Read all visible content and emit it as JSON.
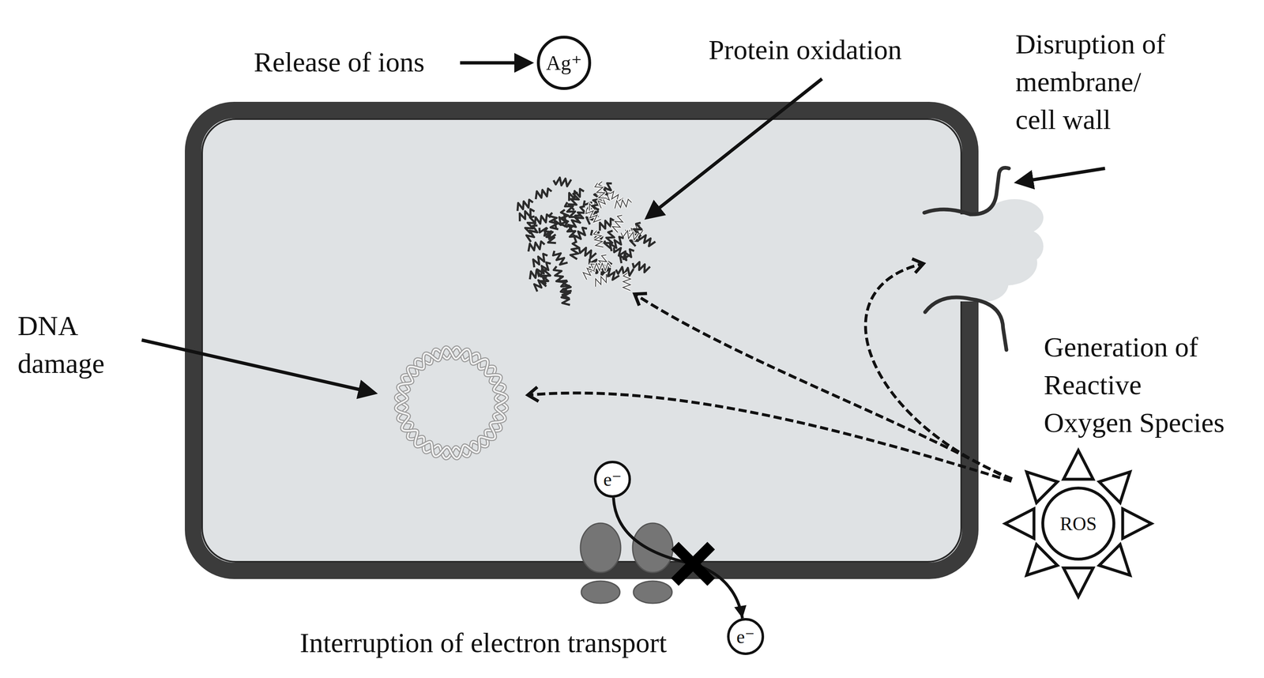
{
  "diagram": {
    "nodes": [
      {
        "text": [
          "Ag⁺"
        ]
      },
      {
        "text": [
          "e⁻"
        ]
      },
      {
        "text": [
          "e⁻"
        ]
      },
      {
        "text": [
          "ROS"
        ]
      }
    ],
    "edges": [
      {
        "from": 1,
        "to": 2,
        "arrow": "to"
      }
    ],
    "labels": [
      "Release of ions",
      "Protein oxidation",
      "Disruption of membrane/ cell wall",
      "DNA damage",
      "Generation of Reactive Oxygen Species",
      "Interruption of electron transport"
    ]
  }
}
